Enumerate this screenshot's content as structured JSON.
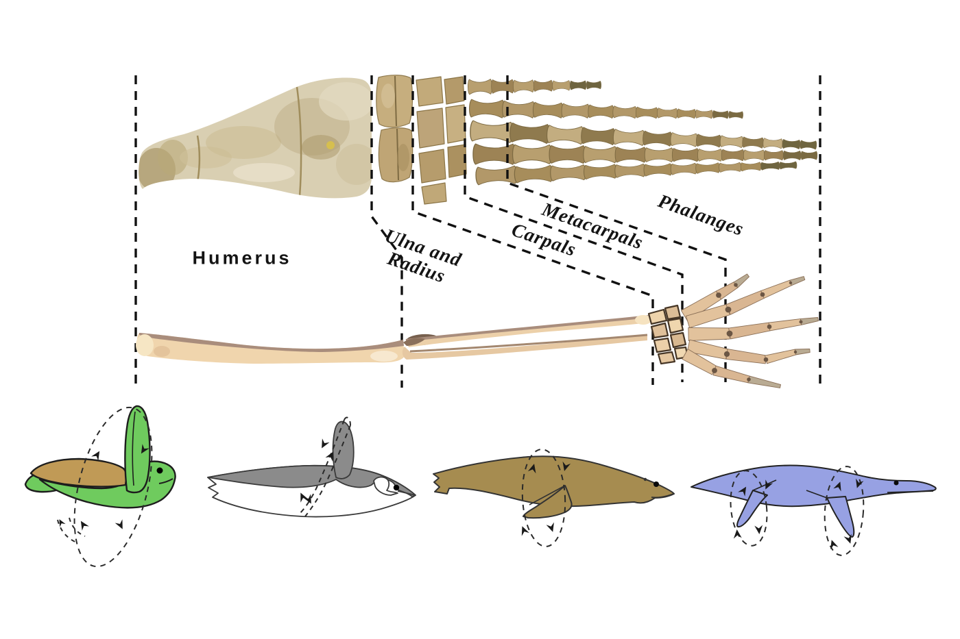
{
  "diagram": {
    "background": "#ffffff",
    "labels": {
      "humerus": "Humerus",
      "ulna_radius_line1": "Ulna and",
      "ulna_radius_line2": "Radius",
      "carpals": "Carpals",
      "metacarpals": "Metacarpals",
      "phalanges": "Phalanges"
    },
    "colors": {
      "dashed_line": "#111111",
      "flipper_bone": "#b89f6f",
      "flipper_bone_dark": "#8a7347",
      "flipper_humerus_light": "#d9cfb2",
      "arm_bone": "#f0d5ad",
      "arm_bone_shadow": "#a98d7c",
      "hand_bone": "#e2c29c",
      "turtle_green": "#6fcb5e",
      "turtle_shell": "#c09a56",
      "penguin_gray": "#8b8b8b",
      "penguin_belly": "#ffffff",
      "sea_lion_brown": "#a68c50",
      "plesiosaur_blue": "#97a1e3",
      "outline": "#222222",
      "motion_arrow": "#2a2a2a"
    },
    "figures": [
      {
        "id": "sea-turtle",
        "fill": "#6fcb5e"
      },
      {
        "id": "penguin",
        "fill": "#8b8b8b"
      },
      {
        "id": "sea-lion",
        "fill": "#a68c50"
      },
      {
        "id": "plesiosaur",
        "fill": "#97a1e3"
      }
    ]
  }
}
